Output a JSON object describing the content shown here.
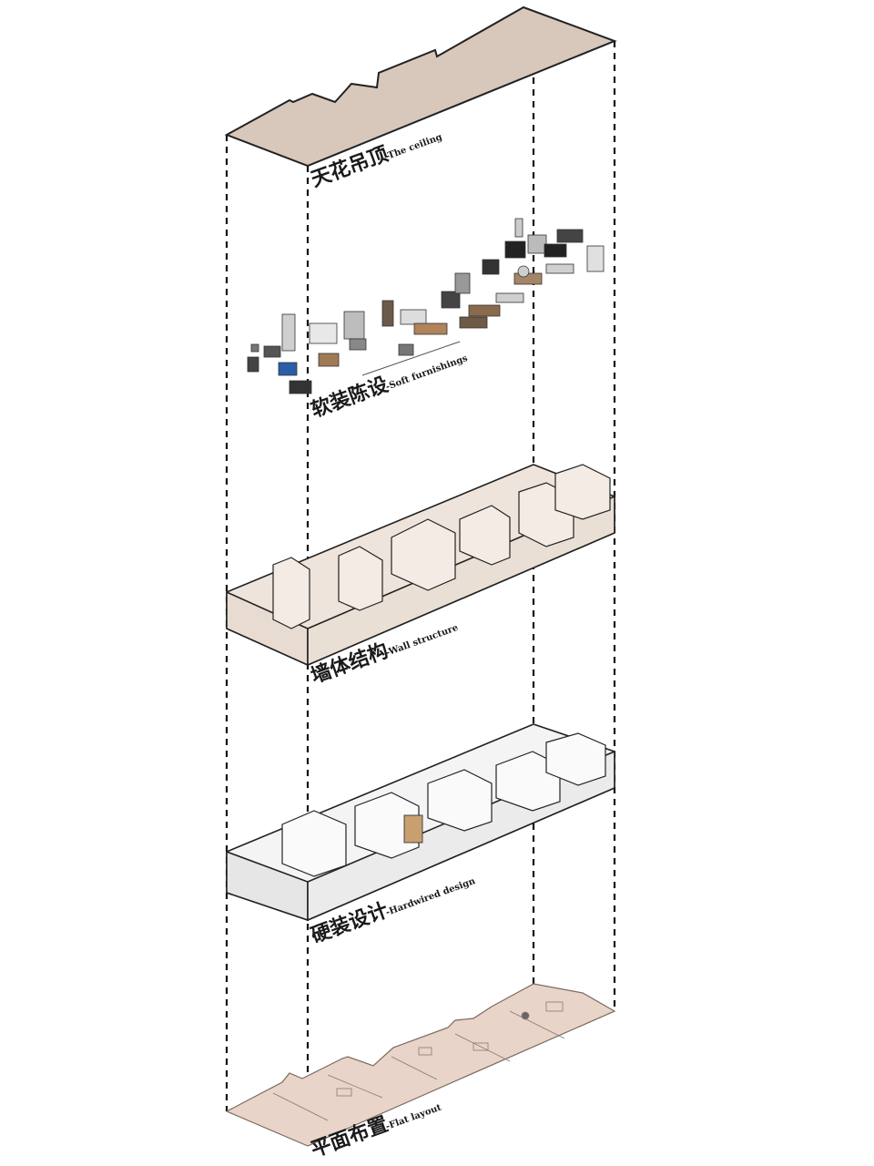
{
  "layers": [
    {
      "id": "ceiling",
      "zh": "天花吊顶",
      "en": "-The ceiling"
    },
    {
      "id": "soft",
      "zh": "软装陈设",
      "en": "-Soft furnishings"
    },
    {
      "id": "wall",
      "zh": "墙体结构",
      "en": "-Wall structure"
    },
    {
      "id": "hard",
      "zh": "硬装设计",
      "en": "-Hardwired design"
    },
    {
      "id": "plan",
      "zh": "平面布置",
      "en": "-Flat layout"
    }
  ],
  "colors": {
    "ceiling_fill": "#d8c8bc",
    "wall_fill": "#eee4dc",
    "hard_fill": "#f4f4f4",
    "plan_fill": "#e8d4c8",
    "line": "#222222"
  }
}
